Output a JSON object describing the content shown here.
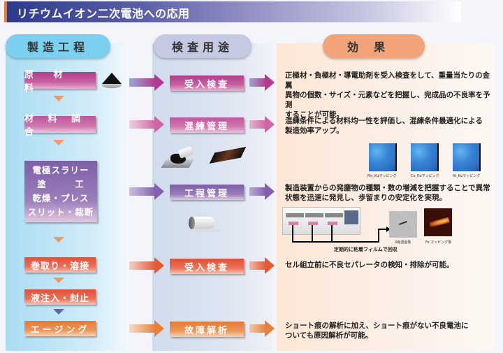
{
  "title": "リチウムイオン二次電池への応用",
  "headers": {
    "process": "製造工程",
    "inspection": "検査用途",
    "effect": "効果"
  },
  "process_steps": [
    {
      "label": "原 材 料"
    },
    {
      "label": "材 料 調 合"
    },
    {
      "lines": [
        "電極スラリー",
        "塗　　　工",
        "乾燥・プレス",
        "スリット・裁断"
      ]
    },
    {
      "label": "巻取り・溶接"
    },
    {
      "label": "液注入・封止"
    },
    {
      "label": "エージング"
    }
  ],
  "inspections": [
    {
      "label": "受入検査"
    },
    {
      "label": "混練管理"
    },
    {
      "label": "工程管理"
    },
    {
      "label": "受入検査"
    },
    {
      "label": "故障解析"
    }
  ],
  "effects": [
    {
      "lines": [
        "正極材・負極材・導電助剤を受入検査をして、重量当たりの金属",
        "異物の個数・サイズ・元素などを把握し、完成品の不良率を予測",
        "することが可能。"
      ]
    },
    {
      "lines": [
        "混練条件による材料均一性を評価し、混練条件最適化による",
        "製造効率アップ。"
      ]
    },
    {
      "lines": [
        "製造装置からの発塵物の種類・数の増減を把握することで異常",
        "状態を迅速に発見し、歩留まりの安定化を実現。"
      ]
    },
    {
      "lines": [
        "セル組立前に不良セパレータの検知・排除が可能。"
      ]
    },
    {
      "lines": [
        "ショート痕の解析に加え、ショート痕がない不良電池に",
        "ついても原因解析が可能。"
      ]
    }
  ],
  "mapping_labels": [
    "Mn_Kαマッピング",
    "Co_Kαマッピング",
    "Ni_Kαマッピング"
  ],
  "process_diagram": {
    "xray_label": "X線透過像",
    "fe_label": "Fe マッピング像",
    "collect_label": "定期的に粘着フィルムで回収"
  },
  "colors": {
    "title_bg": "#2e3b8c",
    "accent_orange": "#e87a2e",
    "magenta": "#b03e8c",
    "purple": "#7d5fa6",
    "red": "#e0513a",
    "orange": "#e57a35"
  }
}
